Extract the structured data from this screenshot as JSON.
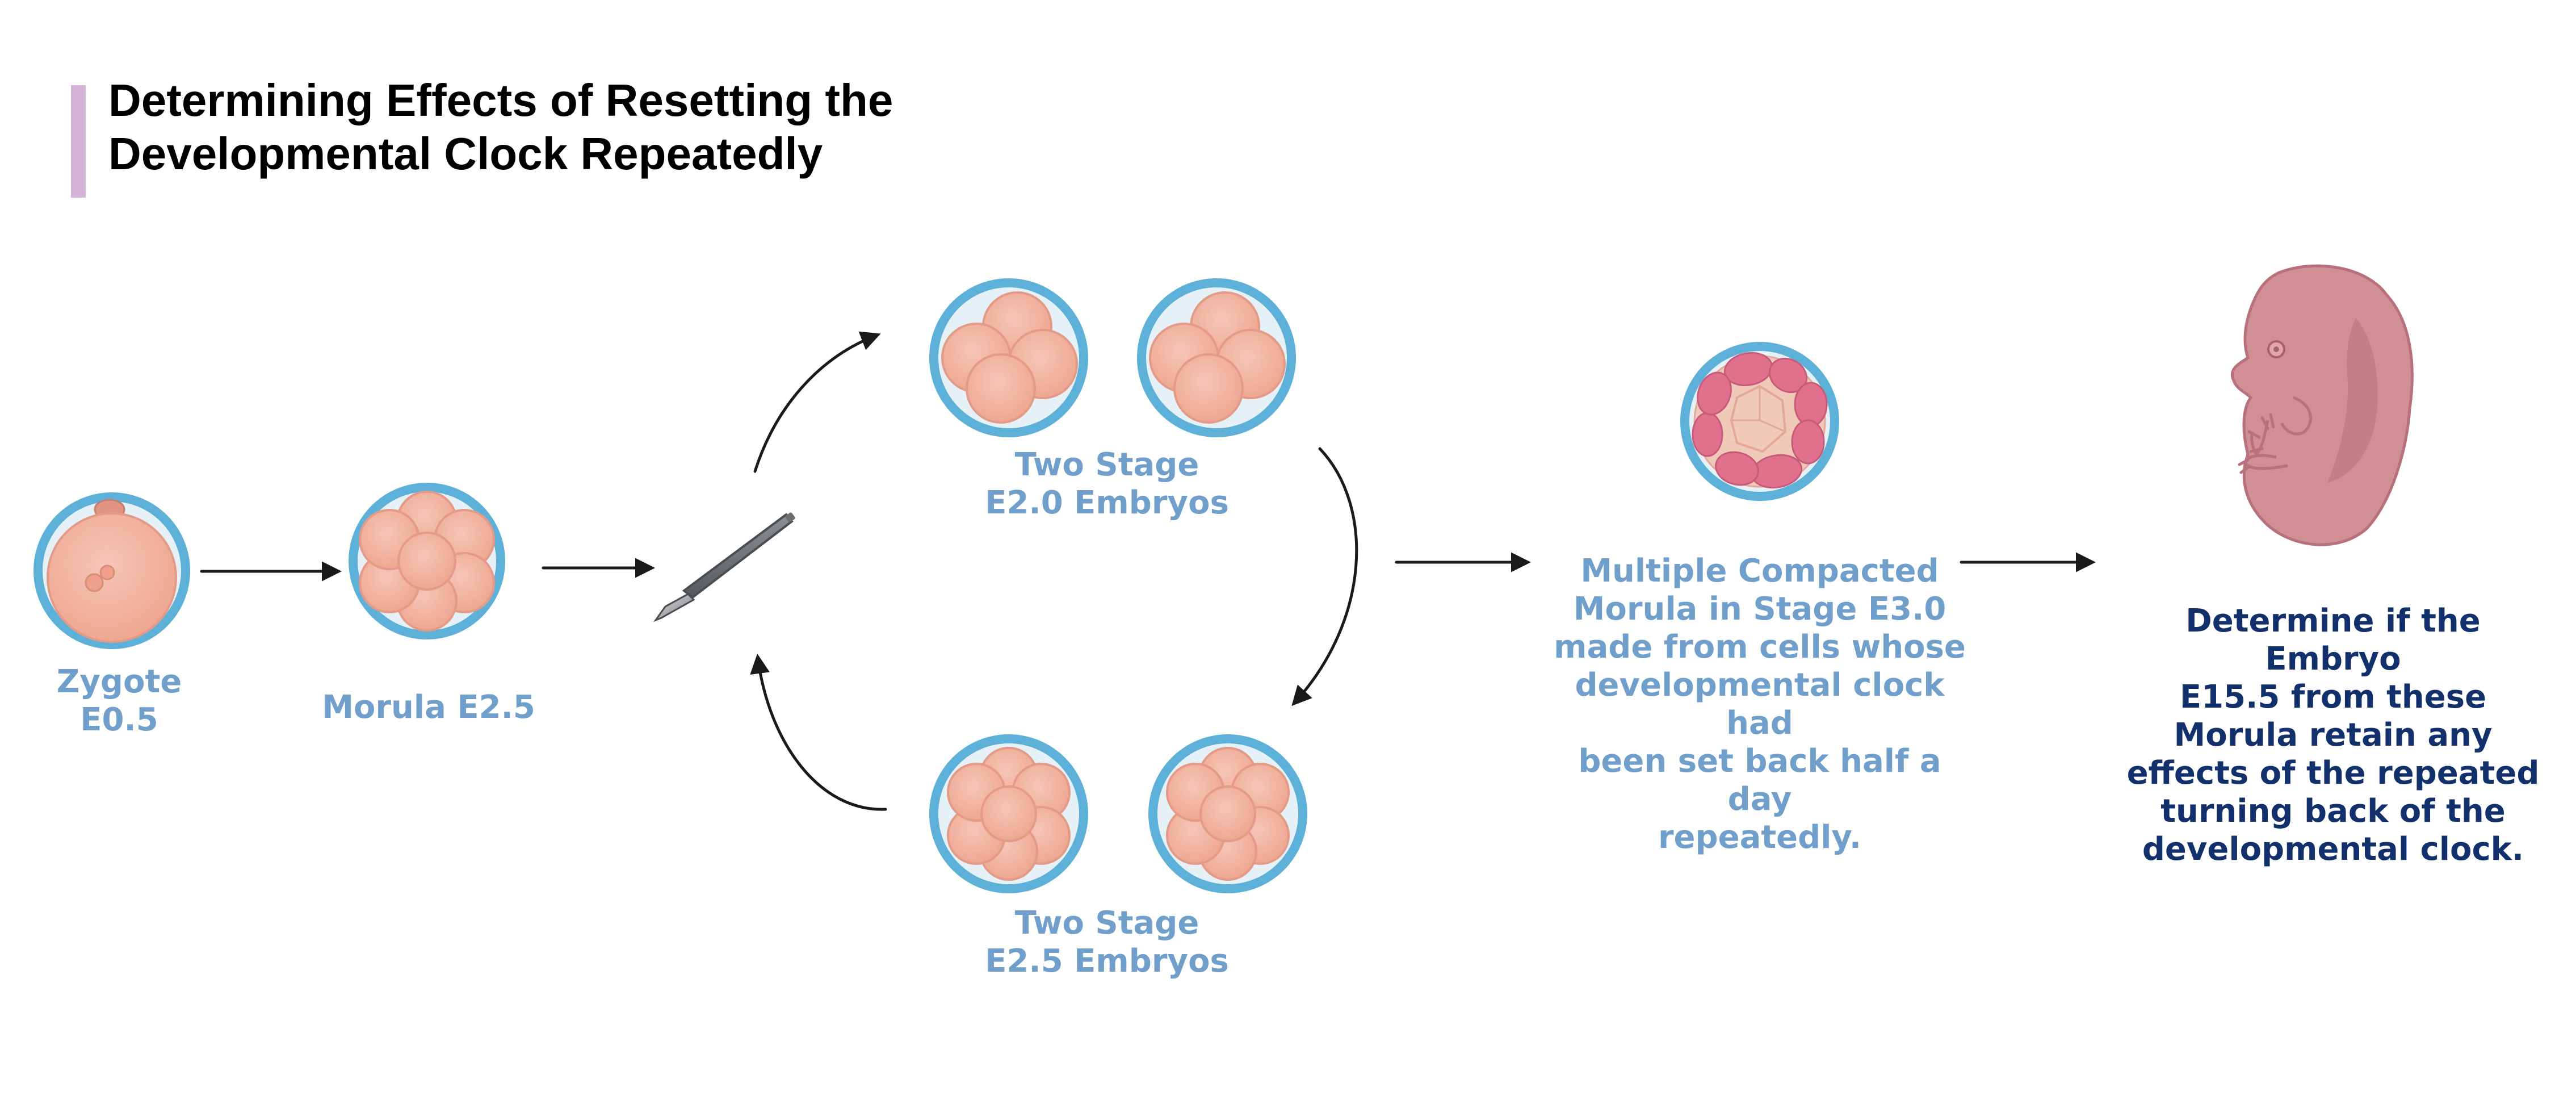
{
  "title": "Determining Effects of Resetting the Developmental Clock Repeatedly",
  "labels": {
    "zygote": "Zygote\nE0.5",
    "morula": "Morula E2.5",
    "two_stage_e20": "Two Stage\nE2.0 Embryos",
    "two_stage_e25": "Two Stage\nE2.5 Embryos",
    "compacted": "Multiple Compacted\nMorula in Stage E3.0\nmade from cells whose\ndevelopmental clock had\nbeen set back half a day\nrepeatedly.",
    "determine": "Determine if the Embryo\nE15.5 from these\nMorula retain any\neffects of the repeated\nturning back of the\ndevelopmental clock."
  },
  "colors": {
    "label_light": "#6f9fca",
    "label_dark": "#12306b",
    "ring": "#5db1d8",
    "cell": "#f2b3a2",
    "compacted_cell": "#e0708e",
    "embryo": "#cf8f95",
    "accent_bar": "#d4b3d6"
  },
  "icons": [
    "zygote-icon",
    "morula-icon",
    "scalpel-icon",
    "two-stage-embryo-icon",
    "compacted-morula-icon",
    "mouse-embryo-icon",
    "arrow-icon"
  ]
}
